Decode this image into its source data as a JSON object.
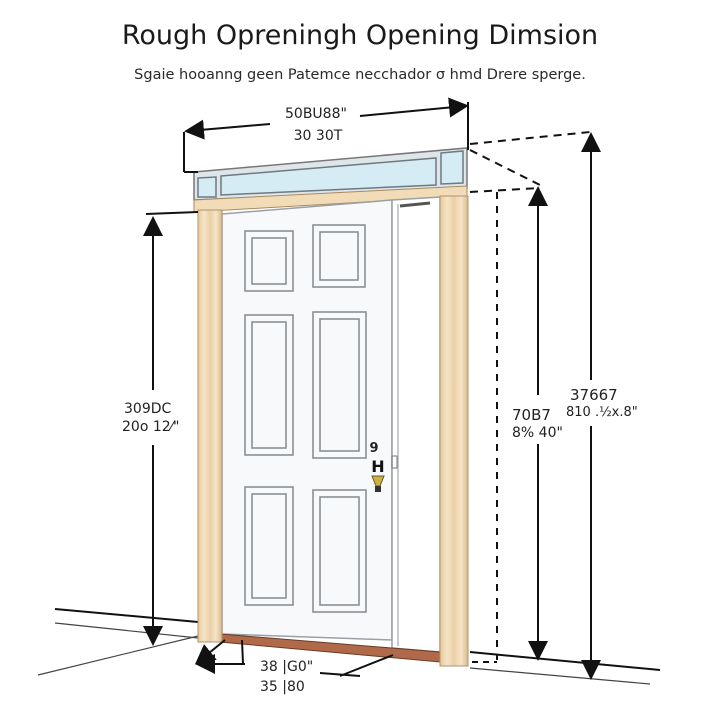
{
  "header": {
    "title": "Rough Opreningh  Opening Dimsion",
    "subtitle": "Sgaie hooanng geen Patemce necchador σ hmd Drere sperge."
  },
  "dimensions": {
    "top_width": {
      "line1": "50BU88\"",
      "line2": "30 30T"
    },
    "left_height": {
      "line1": "309DC",
      "line2": "20o 12⁄\""
    },
    "right_inner_height": {
      "line1": "70B7",
      "line2": "8% 40\""
    },
    "right_outer_height": {
      "line1": "37667",
      "line2": "810 .½x.8\""
    },
    "bottom_width": {
      "line1": "38 |G0\"",
      "line2": "35 |80"
    }
  },
  "door": {
    "panels": 6,
    "house_number": "9",
    "handle_letter": "H"
  },
  "colors": {
    "trim": "#f2dcb8",
    "trim_shadow": "#d9bf95",
    "glass": "#d6ecf5",
    "door": "#f7f9fb",
    "threshold": "#b06a4a",
    "line": "#111111"
  }
}
